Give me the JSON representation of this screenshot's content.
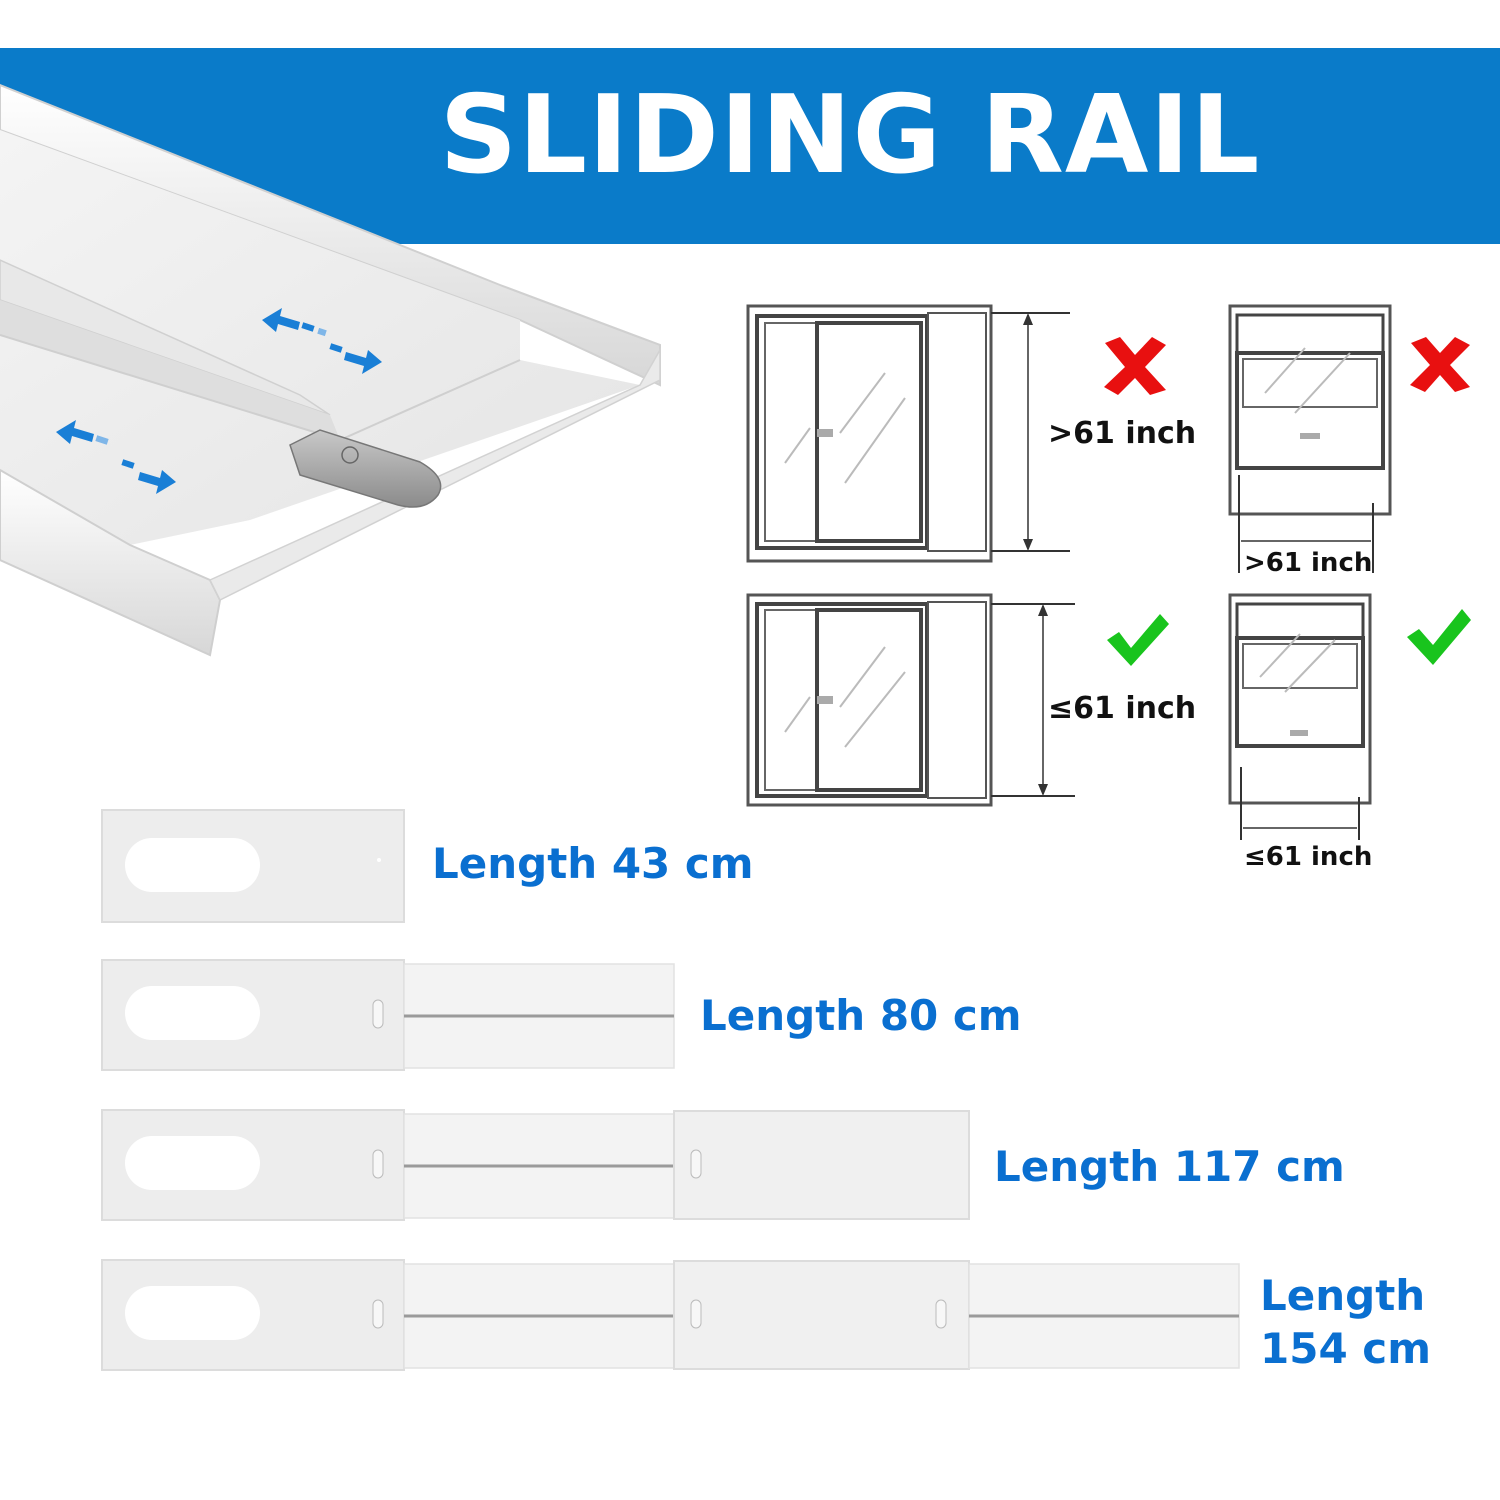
{
  "banner": {
    "title": "SLIDING RAIL"
  },
  "window_checks": [
    {
      "window": "sliding door",
      "label": ">61 inch",
      "verdict": "cross"
    },
    {
      "window": "hung window",
      "label": ">61 inch",
      "verdict": "cross"
    },
    {
      "window": "sliding door",
      "label": "≤61 inch",
      "verdict": "check"
    },
    {
      "window": "hung window",
      "label": "≤61 inch",
      "verdict": "check"
    }
  ],
  "lengths": [
    {
      "label": "Length 43 cm",
      "sections": 1
    },
    {
      "label": "Length 80 cm",
      "sections": 2
    },
    {
      "label": "Length 117 cm",
      "sections": 3
    },
    {
      "label_line1": "Length",
      "label_line2": "154 cm",
      "sections": 4
    }
  ],
  "colors": {
    "banner": "#0a7bc9",
    "length_text": "#0a6fd0",
    "cross": "#e81010",
    "check": "#19c41d",
    "arrow": "#1a7fd6"
  },
  "icons": [
    "double-arrow-icon",
    "cross-icon",
    "check-icon"
  ]
}
